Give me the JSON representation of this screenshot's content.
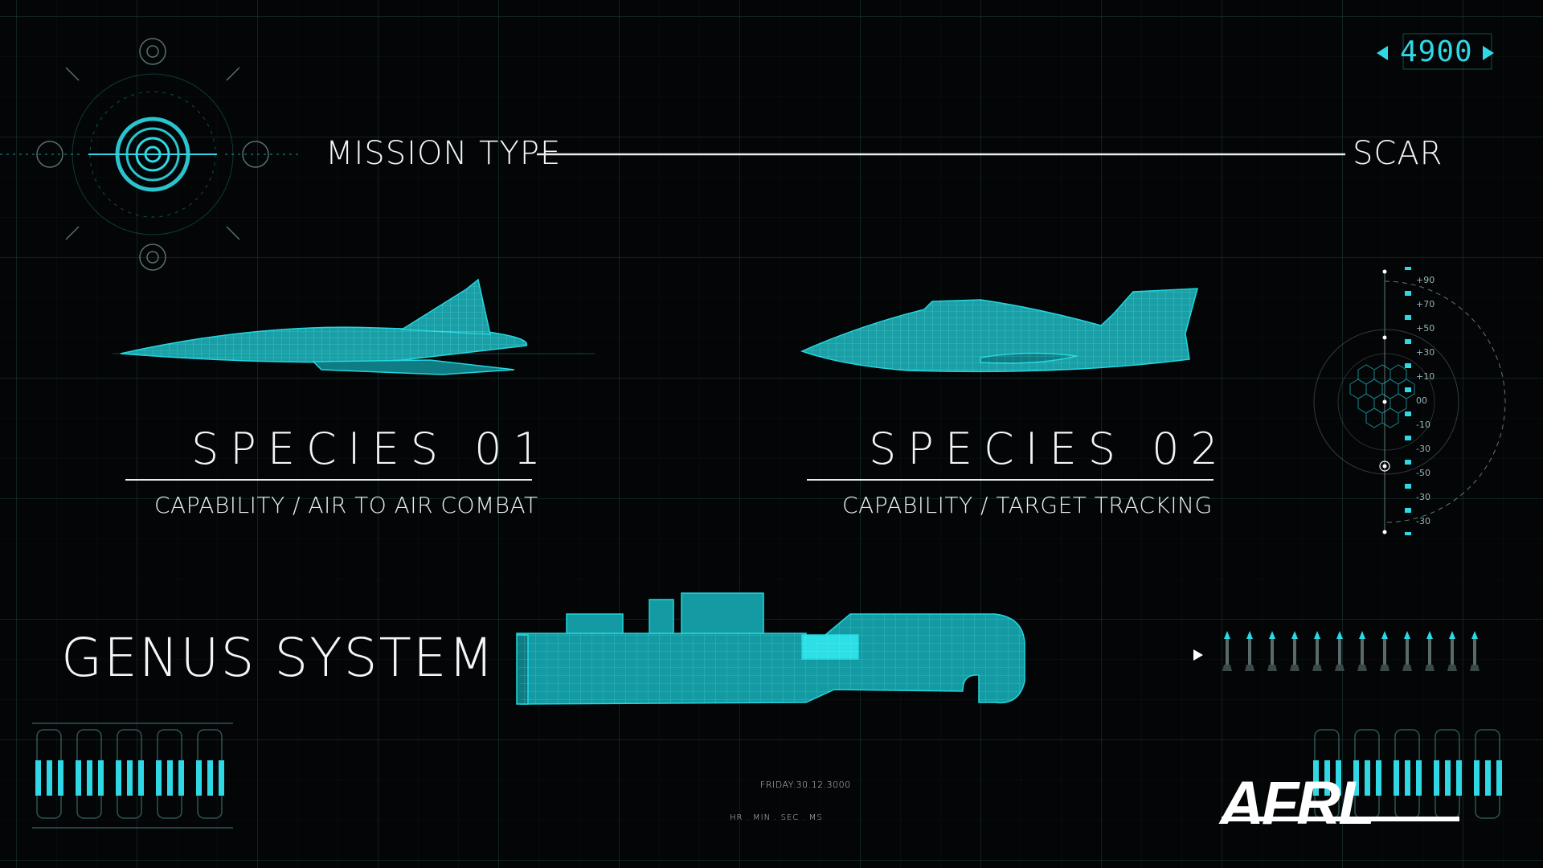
{
  "header": {
    "counter_value": "4900",
    "mission_type_label": "MISSION TYPE",
    "mission_type_value": "SCAR"
  },
  "species": [
    {
      "title": "SPECIES 01",
      "capability": "CAPABILITY  / AIR TO AIR COMBAT"
    },
    {
      "title": "SPECIES 02",
      "capability": "CAPABILITY  / TARGET TRACKING"
    }
  ],
  "genus": {
    "label": "GENUS SYSTEM"
  },
  "footer": {
    "date": "FRIDAY:30.12.3000",
    "time_format": "HR . MIN . SEC . MS"
  },
  "scale": {
    "labels": [
      "+90",
      "+70",
      "+50",
      "+30",
      "+10",
      "00",
      "-10",
      "-30",
      "-50",
      "-30",
      "-30"
    ]
  },
  "brand": {
    "logo_text": "AFRL"
  },
  "colors": {
    "accent": "#2fd8e4",
    "wireframe": "#1fd3d8",
    "text": "#f2f6f6",
    "background": "#030506"
  }
}
